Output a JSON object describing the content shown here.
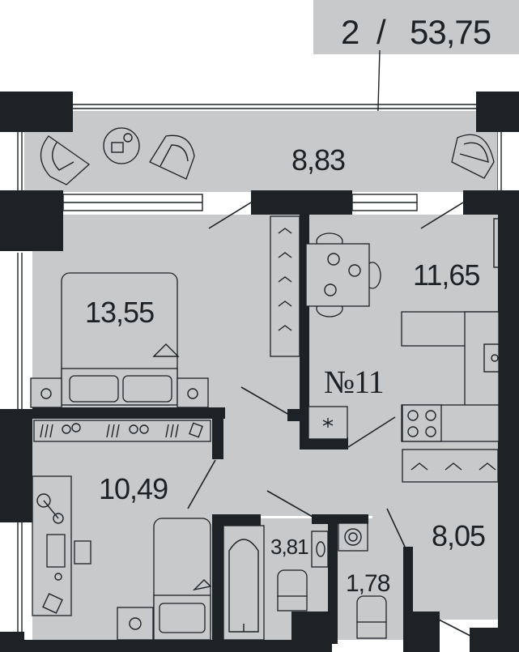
{
  "header": {
    "rooms_label": "2",
    "separator": "/",
    "total_area": "53,75",
    "badge_color": "#c8c9cb"
  },
  "rooms": {
    "balcony": "8,83",
    "kitchen": "11,65",
    "bedroom": "13,55",
    "living": "10,49",
    "hall": "8,05",
    "bathroom": "3,81",
    "toilet": "1,78"
  },
  "apartment": {
    "number": "№11"
  },
  "colors": {
    "wall": "#1c2226",
    "floor": "#c8c9cb",
    "background": "#ffffff"
  },
  "icons": [
    "armchair-icon",
    "plant-icon",
    "bed-icon",
    "table-icon",
    "wardrobe-icon",
    "sink-icon",
    "washing-machine-icon",
    "toilet-icon",
    "bathtub-icon",
    "stove-icon",
    "desk-icon",
    "sofa-icon"
  ]
}
